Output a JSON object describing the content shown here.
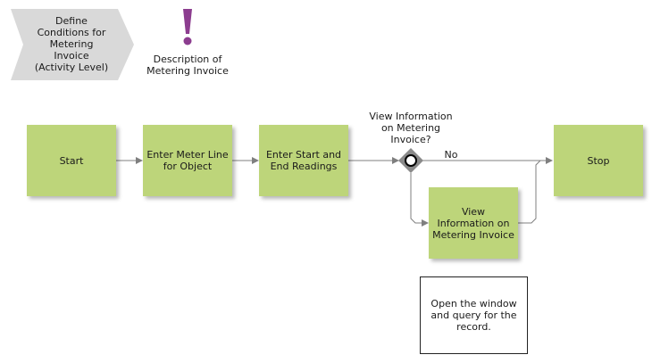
{
  "diagram": {
    "header": {
      "trigger_label": "Define\nConditions for\nMetering\nInvoice\n(Activity Level)",
      "description_label": "Description of\nMetering Invoice"
    },
    "nodes": {
      "start": "Start",
      "enter_meter_line": "Enter Meter Line\nfor Object",
      "enter_readings": "Enter Start and\nEnd Readings",
      "decision_question": "View Information\non Metering\nInvoice?",
      "view_information": "View\nInformation on\nMetering Invoice",
      "stop": "Stop"
    },
    "edges": {
      "no_label": "No"
    },
    "note": "Open the window\nand query for the\nrecord."
  },
  "colors": {
    "activity_fill": "#bdd57a",
    "trigger_fill": "#d9d9d9",
    "exclamation": "#8c3d8f",
    "connector": "#7f7f7f",
    "gateway": "#8a8a8a"
  }
}
